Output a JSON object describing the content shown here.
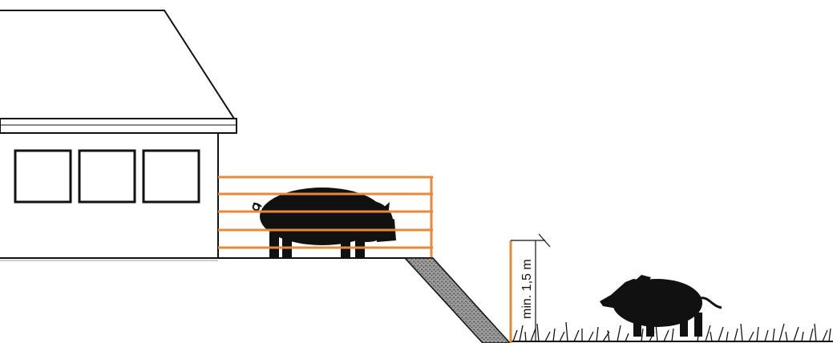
{
  "diagram": {
    "dimension_label": "min. 1,5 m",
    "colors": {
      "fence": "#e8893a",
      "outline": "#111111",
      "silhouette": "#111111",
      "ramp_fill": "#8c8c8c",
      "background": "#ffffff"
    },
    "elements": {
      "building": "barn",
      "domestic_animal": "pig-silhouette",
      "wild_animal": "wild-boar-silhouette",
      "ground": "grass"
    }
  }
}
